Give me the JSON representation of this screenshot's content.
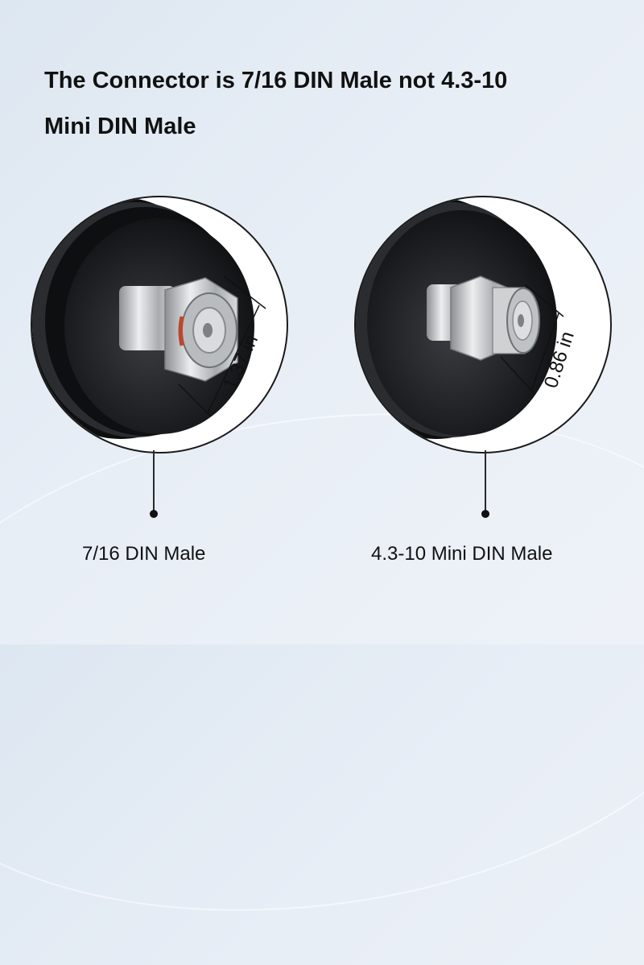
{
  "title": {
    "line1": "The Connector is 7/16 DIN Male not  4.3-10",
    "line2": "Mini DIN Male"
  },
  "connectors": [
    {
      "caption": "7/16 DIN Male",
      "dimension": "1.37 in",
      "icon": "din-7-16-male-connector-photo"
    },
    {
      "caption": "4.3-10 Mini DIN Male",
      "dimension": "0.86 in",
      "icon": "mini-din-4-3-10-male-connector-photo"
    }
  ],
  "colors": {
    "background": "#e4ebf4",
    "antenna_body": "#1c1d20",
    "connector_metal": "#c9cbcd"
  }
}
